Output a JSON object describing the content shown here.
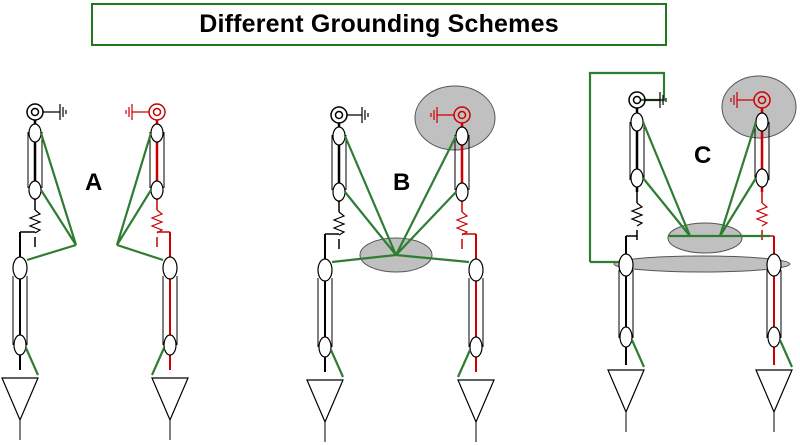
{
  "title": "Different Grounding Schemes",
  "schemes": [
    {
      "label": "A"
    },
    {
      "label": "B"
    },
    {
      "label": "C"
    }
  ],
  "colors": {
    "border_green": "#1f7a1f",
    "ground_wire_green": "#2e7d32",
    "signal_red": "#cc0000",
    "signal_black": "#000000",
    "shared_ground_fill": "#c0c0c0"
  }
}
